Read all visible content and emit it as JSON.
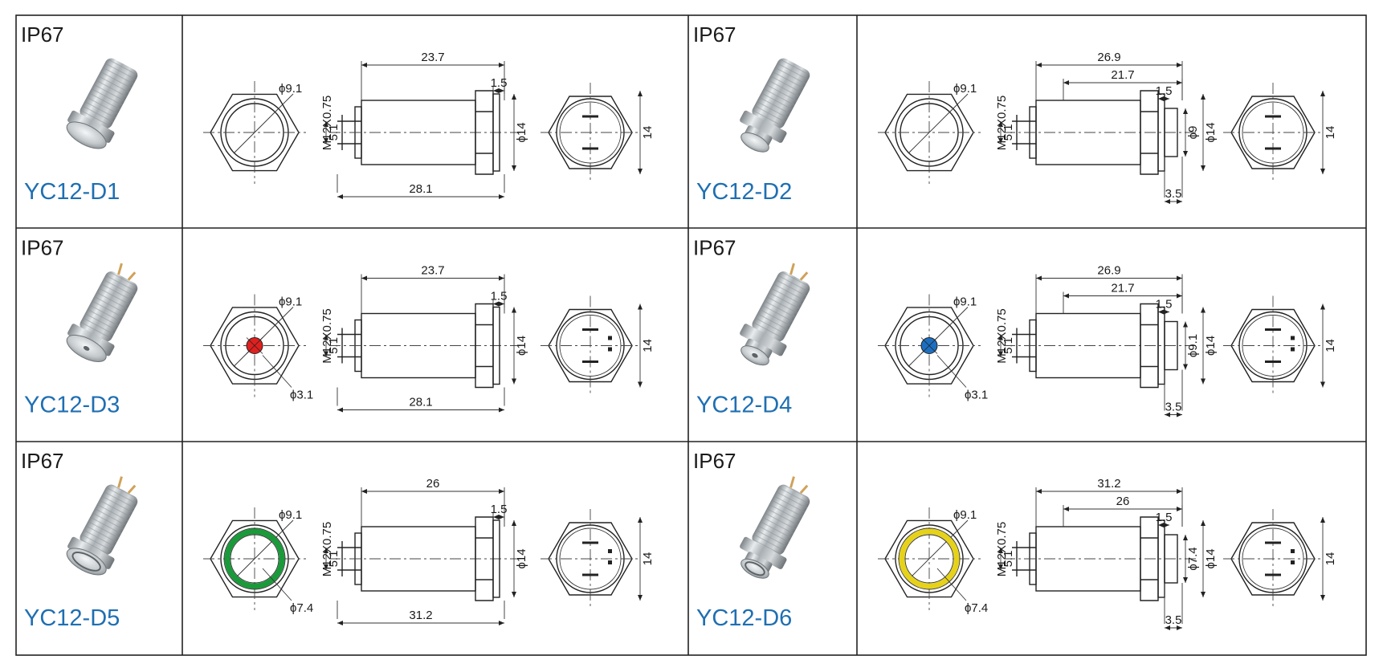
{
  "colors": {
    "model_label": "#1f6fb2",
    "text": "#1a1a1a",
    "line": "#222222"
  },
  "panels": [
    {
      "rating": "IP67",
      "model": "YC12-D1",
      "led": "none",
      "thread_label": "M12X0.75",
      "front": {
        "dia_label": "ϕ9.1",
        "inner_label": ""
      },
      "side": {
        "top1": "23.7",
        "top2": "",
        "top3": "1.5",
        "pin": "5.1",
        "bottom_len": "28.1",
        "bottom_small": "",
        "dia_a": "",
        "dia_b": "ϕ14"
      },
      "rear_height": "14",
      "photo_variant": "flat"
    },
    {
      "rating": "IP67",
      "model": "YC12-D2",
      "led": "none",
      "thread_label": "M12X0.75",
      "front": {
        "dia_label": "ϕ9.1",
        "inner_label": ""
      },
      "side": {
        "top1": "26.9",
        "top2": "21.7",
        "top3": "1.5",
        "pin": "5.1",
        "bottom_len": "",
        "bottom_small": "3.5",
        "dia_a": "ϕ9",
        "dia_b": "ϕ14"
      },
      "rear_height": "14",
      "photo_variant": "high"
    },
    {
      "rating": "IP67",
      "model": "YC12-D3",
      "led": "dot",
      "led_color": "#e0201e",
      "thread_label": "M12X0.75",
      "front": {
        "dia_label": "ϕ9.1",
        "inner_label": "ϕ3.1"
      },
      "side": {
        "top1": "23.7",
        "top2": "",
        "top3": "1.5",
        "pin": "5.1",
        "bottom_len": "28.1",
        "bottom_small": "",
        "dia_a": "",
        "dia_b": "ϕ14"
      },
      "rear_height": "14",
      "photo_variant": "dot"
    },
    {
      "rating": "IP67",
      "model": "YC12-D4",
      "led": "dot",
      "led_color": "#1c6fc0",
      "thread_label": "M12X0.75",
      "front": {
        "dia_label": "ϕ9.1",
        "inner_label": "ϕ3.1"
      },
      "side": {
        "top1": "26.9",
        "top2": "21.7",
        "top3": "1.5",
        "pin": "5.1",
        "bottom_len": "",
        "bottom_small": "3.5",
        "dia_a": "ϕ9.1",
        "dia_b": "ϕ14"
      },
      "rear_height": "14",
      "photo_variant": "highdot"
    },
    {
      "rating": "IP67",
      "model": "YC12-D5",
      "led": "ring",
      "led_color": "#1a9a3a",
      "thread_label": "M12X0.75",
      "front": {
        "dia_label": "ϕ9.1",
        "inner_label": "ϕ7.4"
      },
      "side": {
        "top1": "26",
        "top2": "",
        "top3": "1.5",
        "pin": "5.1",
        "bottom_len": "31.2",
        "bottom_small": "",
        "dia_a": "",
        "dia_b": "ϕ14"
      },
      "rear_height": "14",
      "photo_variant": "ring"
    },
    {
      "rating": "IP67",
      "model": "YC12-D6",
      "led": "ring",
      "led_color": "#e6d21a",
      "thread_label": "M12X0.75",
      "front": {
        "dia_label": "ϕ9.1",
        "inner_label": "ϕ7.4"
      },
      "side": {
        "top1": "31.2",
        "top2": "26",
        "top3": "1.5",
        "pin": "5.1",
        "bottom_len": "",
        "bottom_small": "3.5",
        "dia_a": "ϕ7.4",
        "dia_b": "ϕ14"
      },
      "rear_height": "14",
      "photo_variant": "highring"
    }
  ]
}
